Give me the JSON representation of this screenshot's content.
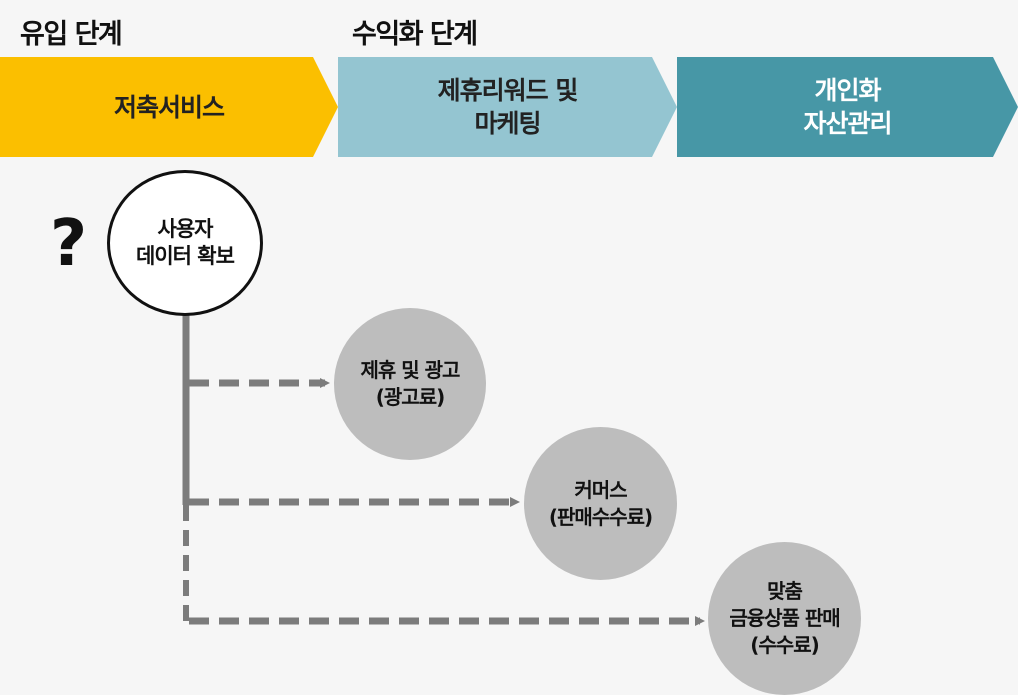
{
  "stages": {
    "intro_label": "유입 단계",
    "monetize_label": "수익화 단계"
  },
  "chevrons": [
    {
      "lines": [
        "저축서비스"
      ],
      "color": "#fbbf00",
      "text_color": "#222222"
    },
    {
      "lines": [
        "제휴리워드 및",
        "마케팅"
      ],
      "color": "#94c5d1",
      "text_color": "#222222"
    },
    {
      "lines": [
        "개인화",
        "자산관리"
      ],
      "color": "#4797a6",
      "text_color": "#ffffff"
    }
  ],
  "question_mark": "?",
  "start_node": {
    "lines": [
      "사용자",
      "데이터 확보"
    ]
  },
  "revenue_nodes": [
    {
      "lines": [
        "제휴 및 광고",
        "(광고료)"
      ]
    },
    {
      "lines": [
        "커머스",
        "(판매수수료)"
      ]
    },
    {
      "lines": [
        "맞춤",
        "금융상품 판매",
        "(수수료)"
      ]
    }
  ],
  "colors": {
    "connector": "#7c7c7c",
    "revenue_fill": "#bdbdbd",
    "start_fill": "#ffffff",
    "start_border": "#111111"
  }
}
